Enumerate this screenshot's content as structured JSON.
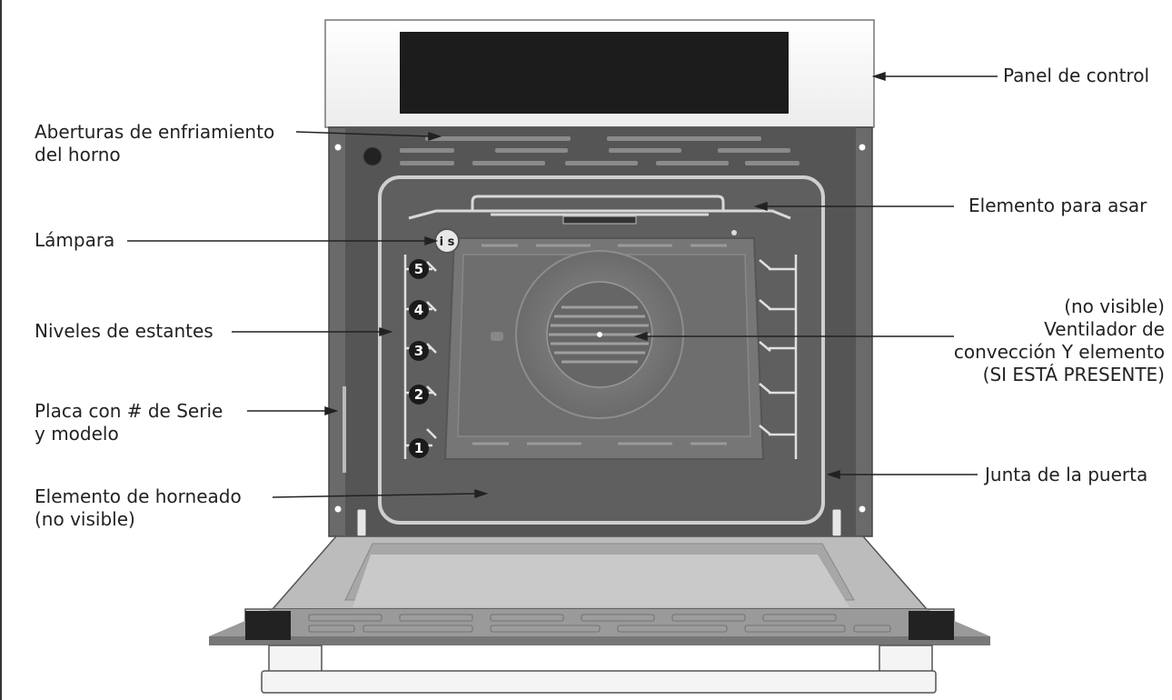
{
  "labels": {
    "control_panel": "Panel de control",
    "cooling_vents": [
      "Aberturas de enfriamiento",
      "del horno"
    ],
    "broil_element": "Elemento para asar",
    "lamp": "Lámpara",
    "rack_levels": "Niveles de estantes",
    "convection": [
      "(no visible)",
      "Ventilador de",
      "convección Y elemento",
      "(SI ESTÁ PRESENTE)"
    ],
    "serial_plate": [
      "Placa con # de Serie",
      "y modelo"
    ],
    "door_gasket": "Junta de la puerta",
    "bake_element": [
      "Elemento de horneado",
      "(no visible)"
    ]
  },
  "rack_numbers": [
    "5",
    "4",
    "3",
    "2",
    "1"
  ],
  "colors": {
    "cavity": "#5f5f5f",
    "cavity_back": "#767676",
    "frame": "#6a6a6a",
    "panel_display": "#1c1c1c",
    "rack_badge": "#1a1a1a",
    "label_text": "#222222"
  }
}
